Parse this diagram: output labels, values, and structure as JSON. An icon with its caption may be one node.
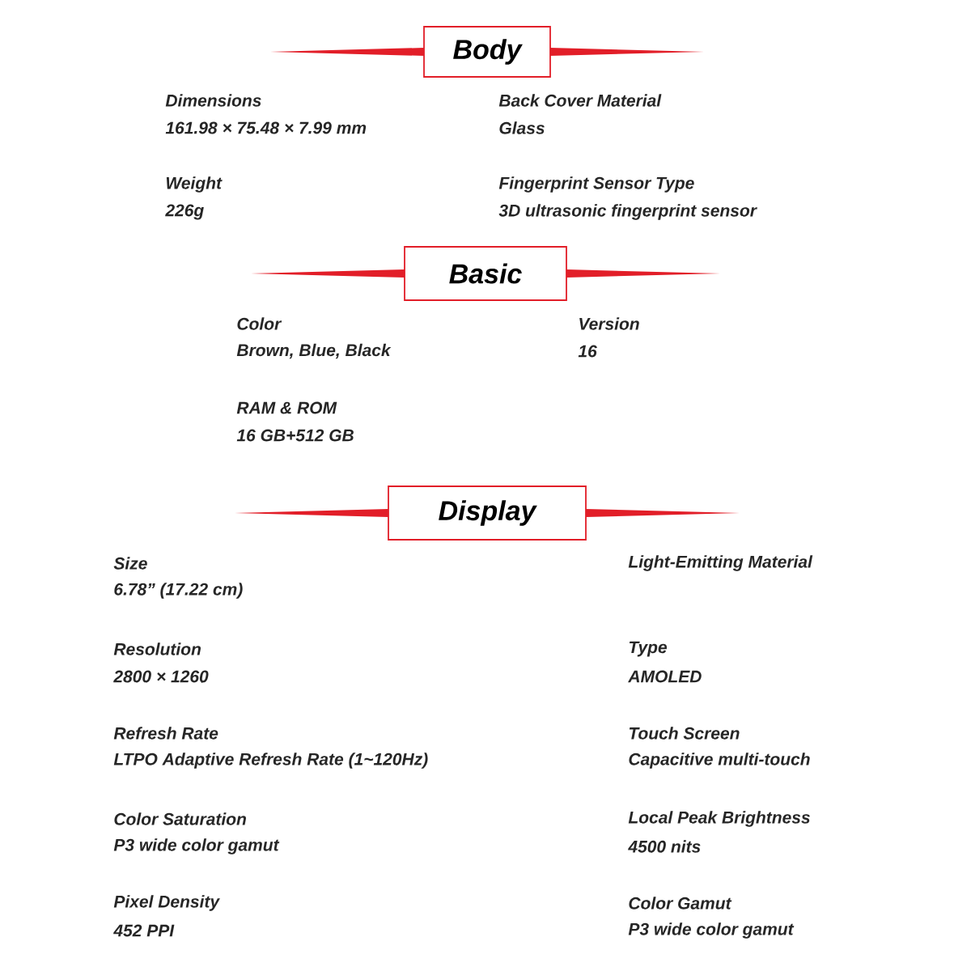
{
  "diagram": {
    "nodes": [
      {
        "text": [
          "Body"
        ]
      },
      {
        "text": [
          "Basic"
        ]
      },
      {
        "text": [
          "Display"
        ]
      }
    ],
    "labels": [
      "Dimensions",
      "161.98 × 75.48 × 7.99 mm",
      "Back Cover Material",
      "Glass",
      "Weight",
      "226g",
      "Fingerprint Sensor Type",
      "3D ultrasonic fingerprint sensor",
      "Color",
      "Brown, Blue, Black",
      "Version",
      "16",
      "RAM & ROM",
      "16 GB+512 GB",
      "Size",
      "6.78” (17.22 cm)",
      "Light-Emitting Material",
      "Resolution",
      "2800 × 1260",
      "Type",
      "AMOLED",
      "Refresh Rate",
      "LTPO Adaptive Refresh Rate (1~120Hz)",
      "Touch Screen",
      "Capacitive multi-touch",
      "Color Saturation",
      "P3 wide color gamut",
      "Local Peak Brightness",
      "4500 nits",
      "Pixel Density",
      "452 PPI",
      "Color Gamut",
      "P3 wide color gamut"
    ]
  }
}
